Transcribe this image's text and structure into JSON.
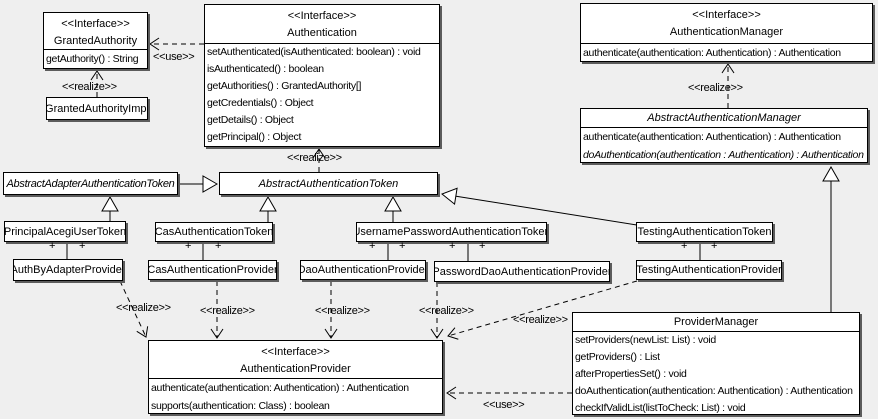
{
  "connector_labels": {
    "use": "<<use>>",
    "realize": "<<realize>>",
    "plus": "+"
  },
  "classes": {
    "granted_authority": {
      "stereotype": "<<Interface>>",
      "name": "GrantedAuthority",
      "methods": [
        "getAuthority() : String"
      ]
    },
    "granted_authority_impl": {
      "name": "GrantedAuthorityImpl"
    },
    "authentication": {
      "stereotype": "<<Interface>>",
      "name": "Authentication",
      "methods": [
        "setAuthenticated(isAuthenticated: boolean) : void",
        "isAuthenticated() : boolean",
        "getAuthorities() : GrantedAuthority[]",
        "getCredentials() : Object",
        "getDetails() : Object",
        "getPrincipal() : Object"
      ]
    },
    "authentication_manager": {
      "stereotype": "<<Interface>>",
      "name": "AuthenticationManager",
      "methods": [
        "authenticate(authentication: Authentication) : Authentication"
      ]
    },
    "abstract_authentication_manager": {
      "name": "AbstractAuthenticationManager",
      "methods": [
        "authenticate(authentication: Authentication) : Authentication",
        "doAuthentication(authentication : Authentication) : Authentication"
      ]
    },
    "abstract_adapter_authentication_token": {
      "name": "AbstractAdapterAuthenticationToken"
    },
    "abstract_authentication_token": {
      "name": "AbstractAuthenticationToken"
    },
    "principal_acegi_user_token": {
      "name": "PrincipalAcegiUserToken"
    },
    "cas_authentication_token": {
      "name": "CasAuthenticationToken"
    },
    "username_password_authentication_token": {
      "name": "UsernamePasswordAuthenticationToken"
    },
    "testing_authentication_token": {
      "name": "TestingAuthenticationToken"
    },
    "auth_by_adapter_provider": {
      "name": "AuthByAdapterProvider"
    },
    "cas_authentication_provider": {
      "name": "CasAuthenticationProvider"
    },
    "dao_authentication_provider": {
      "name": "DaoAuthenticationProvider"
    },
    "password_dao_authentication_provider": {
      "name": "PasswordDaoAuthenticationProvider"
    },
    "testing_authentication_provider": {
      "name": "TestingAuthenticationProvider"
    },
    "authentication_provider": {
      "stereotype": "<<Interface>>",
      "name": "AuthenticationProvider",
      "methods": [
        "authenticate(authentication: Authentication) : Authentication",
        "supports(authentication: Class) : boolean"
      ]
    },
    "provider_manager": {
      "name": "ProviderManager",
      "methods": [
        "setProviders(newList: List) : void",
        "getProviders() : List",
        "afterPropertiesSet() : void",
        "doAuthentication(authentication: Authentication) : Authentication",
        "checkIfValidList(listToCheck: List) : void"
      ]
    }
  },
  "relationships": [
    {
      "from": "Authentication",
      "to": "GrantedAuthority",
      "type": "use",
      "label": "<<use>>"
    },
    {
      "from": "GrantedAuthorityImpl",
      "to": "GrantedAuthority",
      "type": "realize",
      "label": "<<realize>>"
    },
    {
      "from": "AbstractAuthenticationToken",
      "to": "Authentication",
      "type": "realize",
      "label": "<<realize>>"
    },
    {
      "from": "AbstractAuthenticationManager",
      "to": "AuthenticationManager",
      "type": "realize",
      "label": "<<realize>>"
    },
    {
      "from": "AbstractAdapterAuthenticationToken",
      "to": "AbstractAuthenticationToken",
      "type": "generalization"
    },
    {
      "from": "PrincipalAcegiUserToken",
      "to": "AbstractAdapterAuthenticationToken",
      "type": "generalization"
    },
    {
      "from": "CasAuthenticationToken",
      "to": "AbstractAuthenticationToken",
      "type": "generalization"
    },
    {
      "from": "UsernamePasswordAuthenticationToken",
      "to": "AbstractAuthenticationToken",
      "type": "generalization"
    },
    {
      "from": "TestingAuthenticationToken",
      "to": "AbstractAuthenticationToken",
      "type": "generalization"
    },
    {
      "from": "ProviderManager",
      "to": "AbstractAuthenticationManager",
      "type": "generalization"
    },
    {
      "from": "PrincipalAcegiUserToken",
      "to": "AuthByAdapterProvider",
      "type": "association",
      "ends": "+ +"
    },
    {
      "from": "CasAuthenticationToken",
      "to": "CasAuthenticationProvider",
      "type": "association",
      "ends": "+ +"
    },
    {
      "from": "UsernamePasswordAuthenticationToken",
      "to": "DaoAuthenticationProvider",
      "type": "association",
      "ends": "+ +"
    },
    {
      "from": "UsernamePasswordAuthenticationToken",
      "to": "PasswordDaoAuthenticationProvider",
      "type": "association",
      "ends": "+ +"
    },
    {
      "from": "TestingAuthenticationToken",
      "to": "TestingAuthenticationProvider",
      "type": "association",
      "ends": "+ +"
    },
    {
      "from": "AuthByAdapterProvider",
      "to": "AuthenticationProvider",
      "type": "realize",
      "label": "<<realize>>"
    },
    {
      "from": "CasAuthenticationProvider",
      "to": "AuthenticationProvider",
      "type": "realize",
      "label": "<<realize>>"
    },
    {
      "from": "DaoAuthenticationProvider",
      "to": "AuthenticationProvider",
      "type": "realize",
      "label": "<<realize>>"
    },
    {
      "from": "PasswordDaoAuthenticationProvider",
      "to": "AuthenticationProvider",
      "type": "realize",
      "label": "<<realize>>"
    },
    {
      "from": "TestingAuthenticationProvider",
      "to": "AuthenticationProvider",
      "type": "realize",
      "label": "<<realize>>"
    },
    {
      "from": "ProviderManager",
      "to": "AuthenticationProvider",
      "type": "use",
      "label": "<<use>>"
    }
  ]
}
